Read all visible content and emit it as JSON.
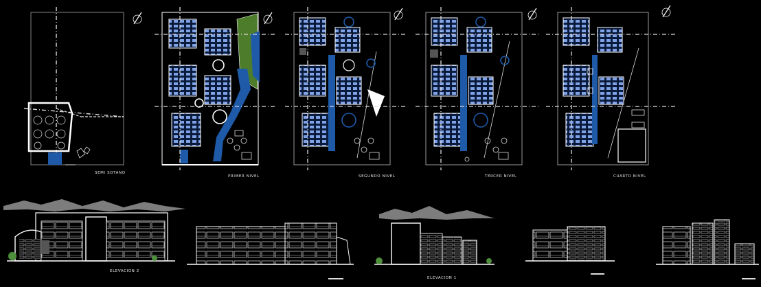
{
  "plans": [
    {
      "key": "semisotano",
      "label": "SEMI SOTANO"
    },
    {
      "key": "primer",
      "label": "PRIMER NIVEL"
    },
    {
      "key": "segundo",
      "label": "SEGUNDO NIVEL"
    },
    {
      "key": "tercer",
      "label": "TERCER NIVEL"
    },
    {
      "key": "cuarto",
      "label": "CUARTO NIVEL"
    }
  ],
  "elevations": [
    {
      "key": "elev1",
      "label": "ELEVACION 2"
    },
    {
      "key": "elev3",
      "label": "ELEVACION 1"
    }
  ],
  "colors": {
    "background": "#000000",
    "linework": "#ffffff",
    "furniture": "#7fa1e6",
    "accent_blue": "#1e5aa8",
    "green_area": "#4d7d2a",
    "mountains": "#7d7d7d"
  }
}
